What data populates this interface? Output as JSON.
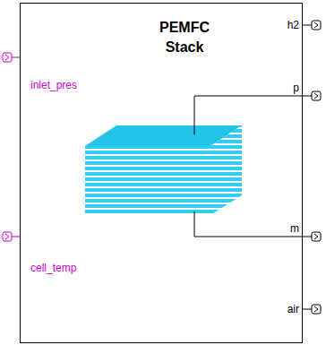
{
  "diagram": {
    "nodes": [
      {
        "text": [
          "PEMFC Stack"
        ]
      }
    ],
    "labels": [
      "h2",
      "inlet_pres",
      "p",
      "cell_temp",
      "m",
      "air"
    ]
  }
}
